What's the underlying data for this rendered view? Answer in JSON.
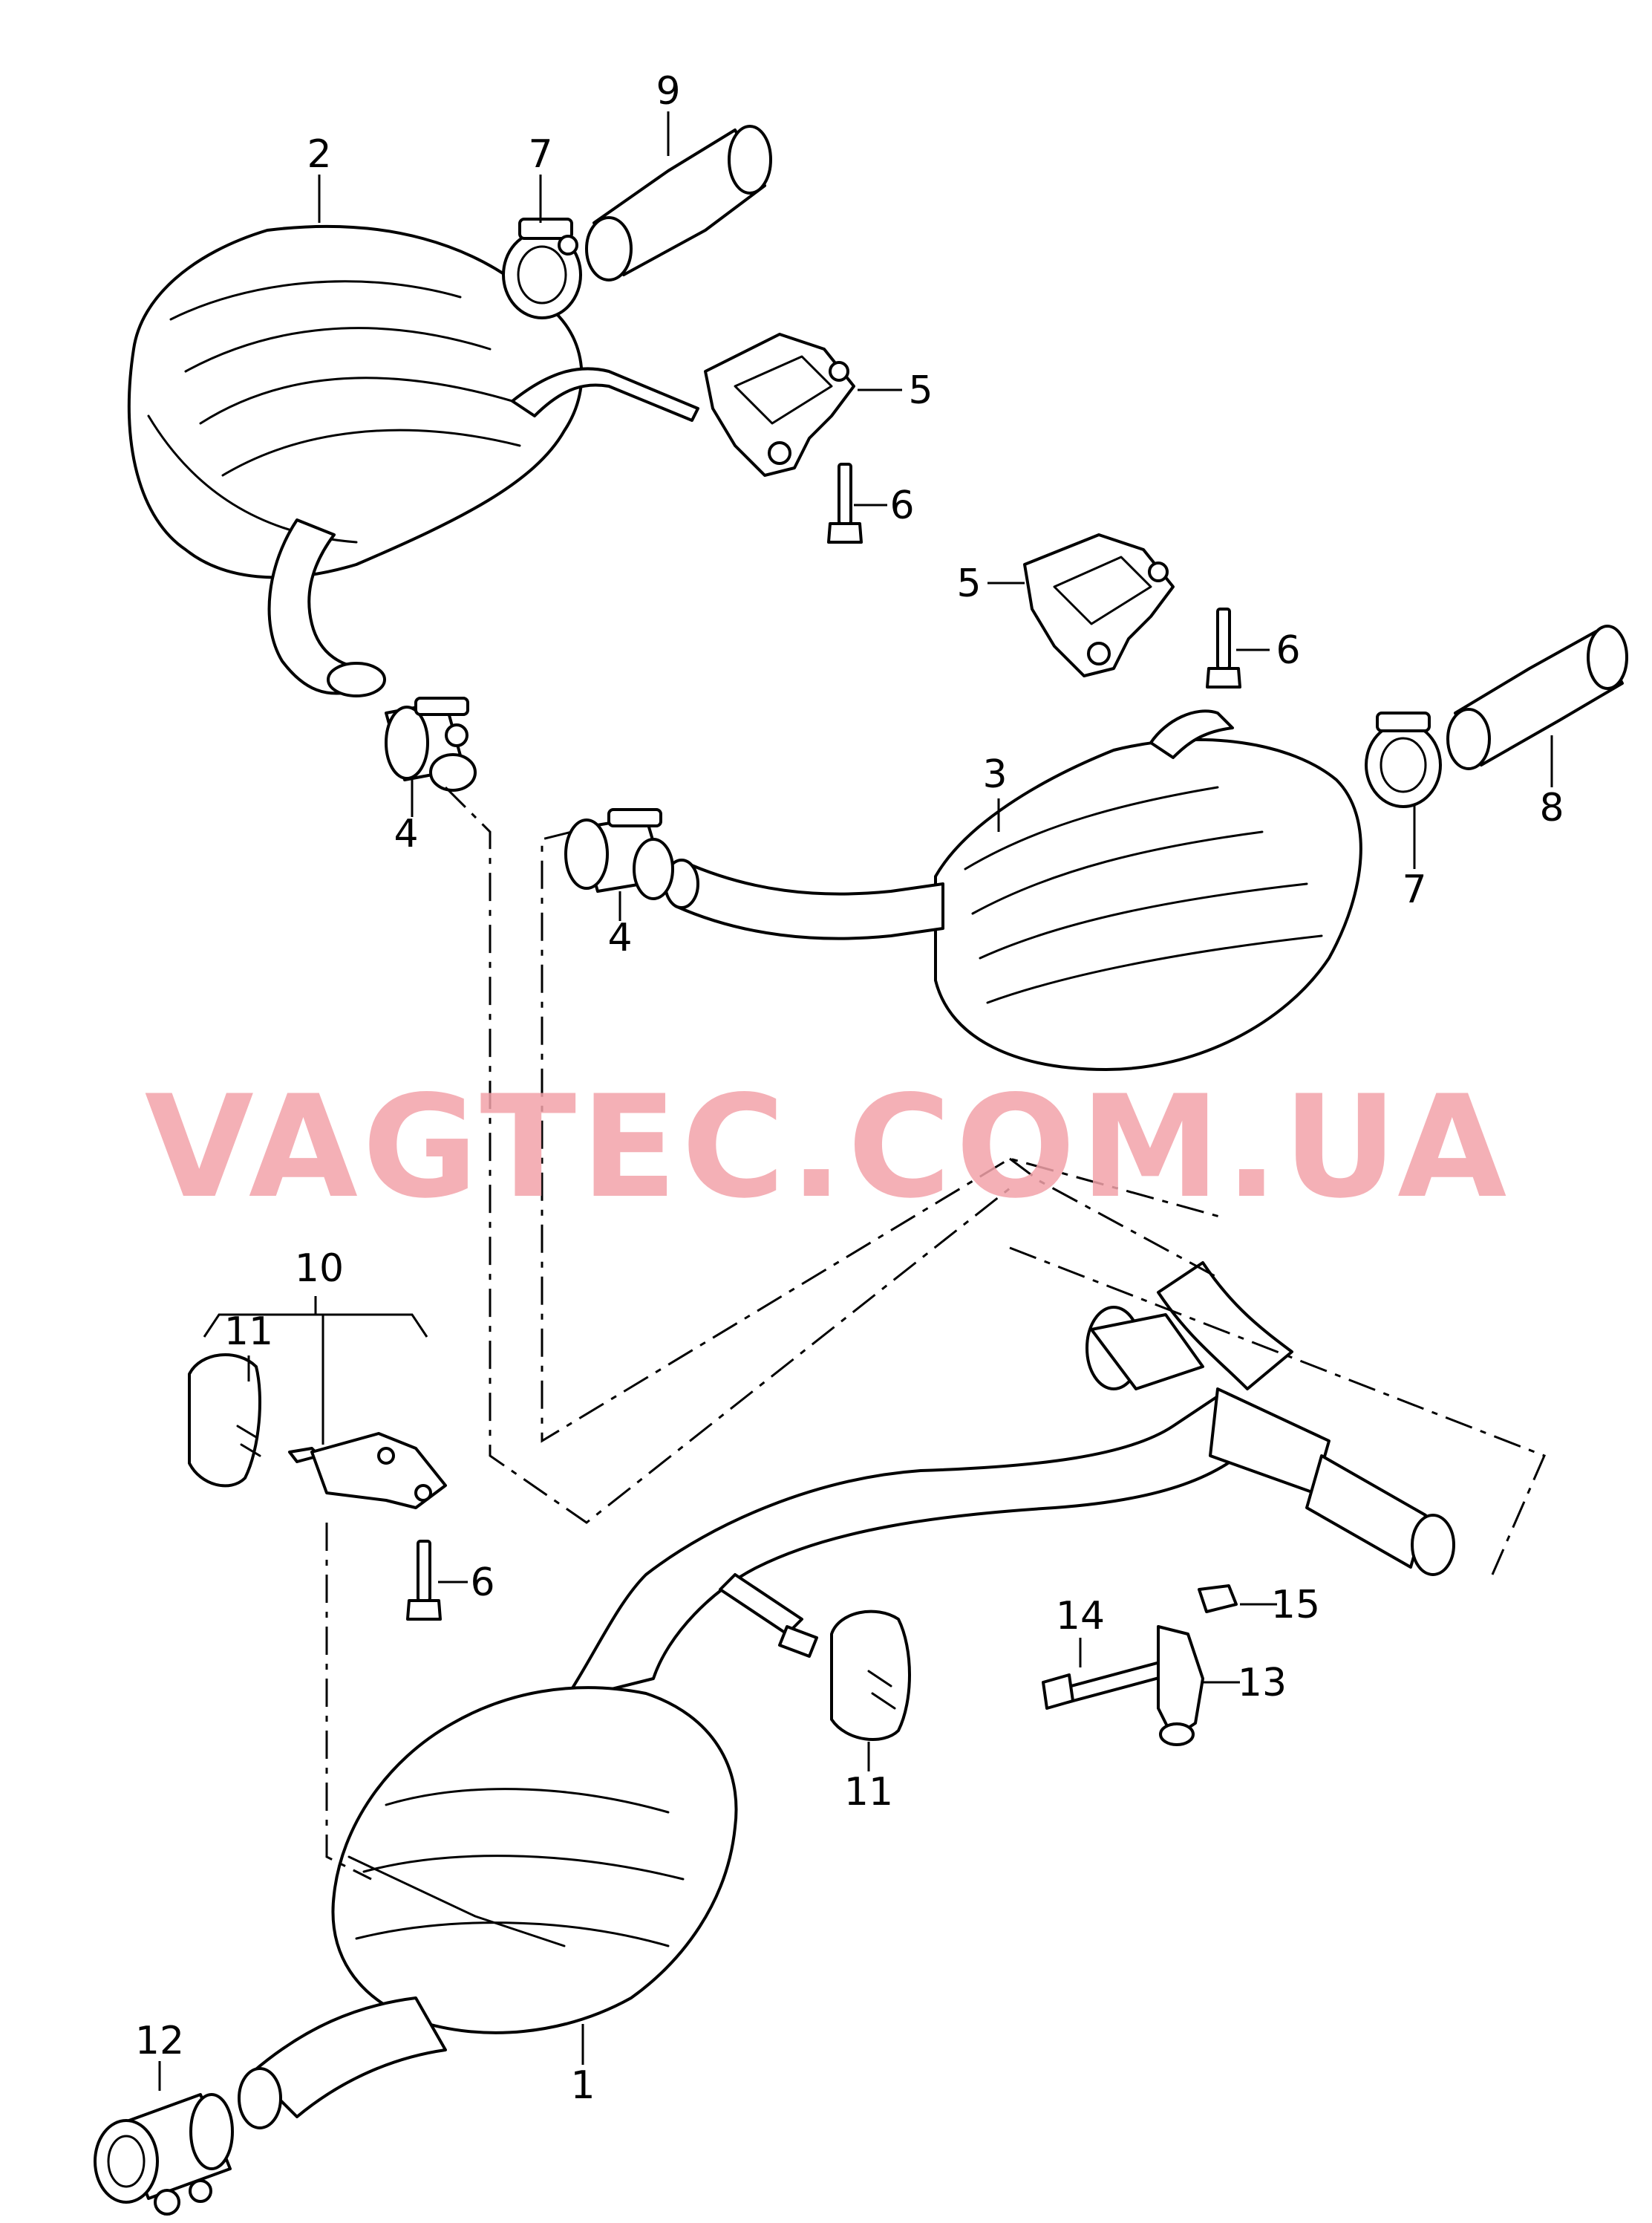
{
  "watermark": "VAGTEC.COM.UA",
  "callouts": {
    "c1": "1",
    "c2": "2",
    "c3": "3",
    "c4a": "4",
    "c4b": "4",
    "c5a": "5",
    "c5b": "5",
    "c6a": "6",
    "c6b": "6",
    "c6c": "6",
    "c7a": "7",
    "c7b": "7",
    "c8": "8",
    "c9": "9",
    "c10": "10",
    "c11a": "11",
    "c11b": "11",
    "c12": "12",
    "c13": "13",
    "c14": "14",
    "c15": "15"
  }
}
